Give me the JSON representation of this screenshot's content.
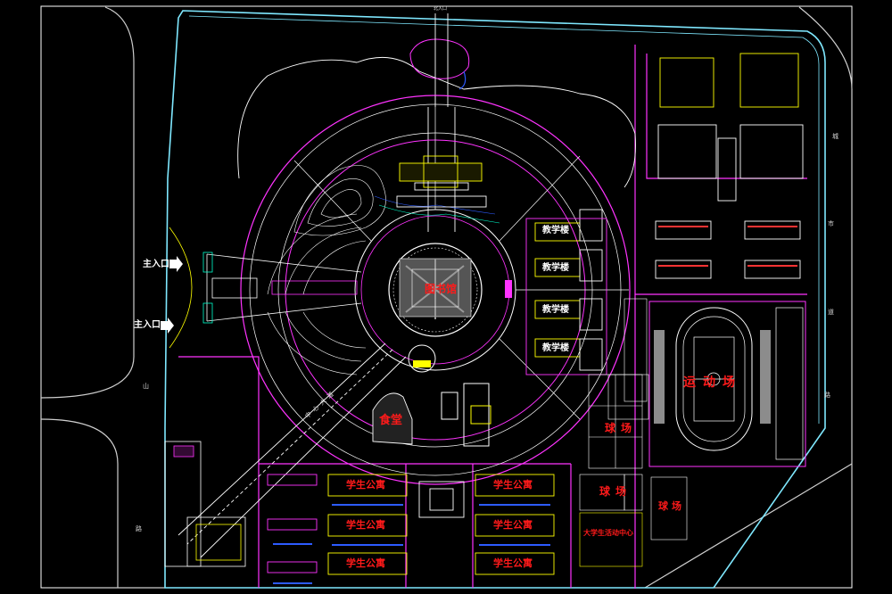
{
  "labels": {
    "library": "图书馆",
    "teaching_1": "教学楼",
    "teaching_2": "教学楼",
    "teaching_3": "教学楼",
    "teaching_4": "教学楼",
    "canteen": "食堂",
    "sports_field": "运动场",
    "court_center": "球场",
    "court_south": "球场",
    "court_east": "球场",
    "dorm_1": "学生公寓",
    "dorm_2": "学生公寓",
    "dorm_3": "学生公寓",
    "dorm_4": "学生公寓",
    "dorm_5": "学生公寓",
    "dorm_6": "学生公寓",
    "activity_center": "大学生活动中心",
    "main_entrance_1": "主入口",
    "main_entrance_2": "主入口",
    "avenue": "中心大道",
    "road_east_1": "城",
    "road_east_2": "市",
    "road_east_3": "道",
    "road_east_4": "路",
    "road_west_1": "山",
    "road_west_2": "路",
    "north_gate": "北入口"
  }
}
